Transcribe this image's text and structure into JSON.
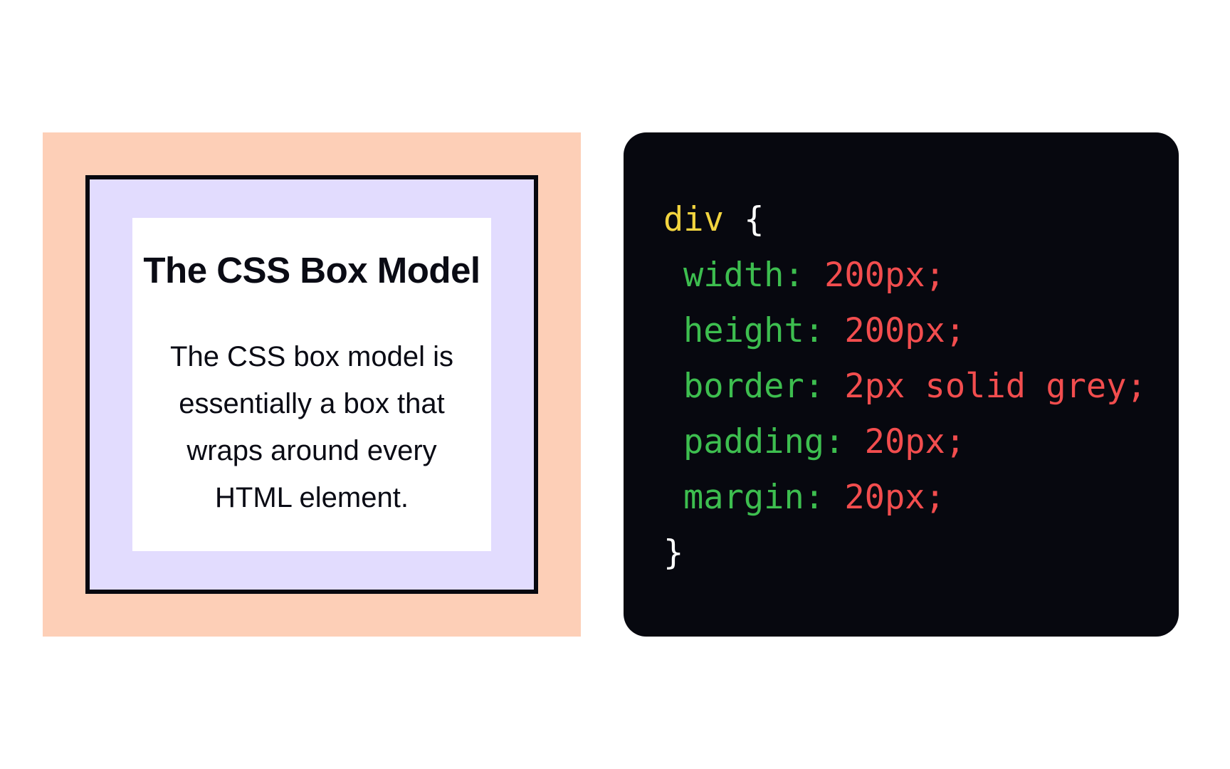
{
  "colors": {
    "margin": "#FDCFB7",
    "padding": "#E2DCFE",
    "border": "#07080F",
    "content": "#FFFFFF",
    "code_background": "#07080F",
    "selector": "#F2D43F",
    "property": "#3DBE4F",
    "value": "#F24D4E",
    "brace": "#FFFFFF"
  },
  "demo_box": {
    "heading": "The CSS Box Model",
    "body_lines": [
      "The CSS box model is",
      "essentially a box that",
      "wraps around every",
      "HTML element."
    ]
  },
  "code": {
    "selector": "div",
    "open_brace": "{",
    "close_brace": "}",
    "declarations": [
      {
        "property": "width:",
        "value": "200px;"
      },
      {
        "property": "height:",
        "value": "200px;"
      },
      {
        "property": "border:",
        "value": "2px solid grey;"
      },
      {
        "property": "padding:",
        "value": "20px;"
      },
      {
        "property": "margin:",
        "value": "20px;"
      }
    ]
  }
}
